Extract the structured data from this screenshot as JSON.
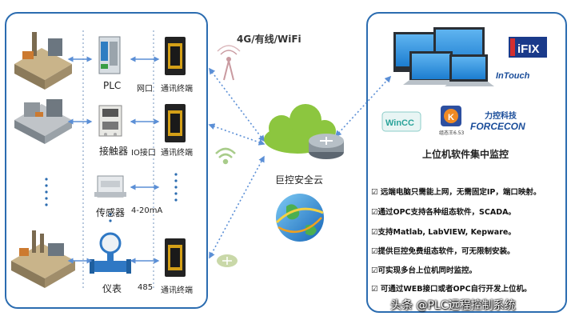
{
  "network_label": "4G/有线/WiFi",
  "cloud_label": "巨控安全云",
  "left": {
    "devices": [
      {
        "name": "PLC",
        "port": "网口",
        "terminal": "通讯终端"
      },
      {
        "name": "接触器",
        "port": "IO接口",
        "terminal": "通讯终端"
      },
      {
        "name": "传感器",
        "port": "4-20mA"
      },
      {
        "name": "仪表",
        "port": "485",
        "terminal": "通讯终端"
      }
    ]
  },
  "right": {
    "logos": {
      "ifix": "iFIX",
      "intouch": "InTouch",
      "wincc": "WinCC",
      "kingview": "组态王6.53",
      "force_cn": "力控科技",
      "force_en": "FORCECON"
    },
    "title": "上位机软件集中监控",
    "features": [
      "☑ 远端电脑只需能上网，无需固定IP，端口映射。",
      "☑通过OPC支持各种组态软件，SCADA。",
      "☑支持Matlab, LabVIEW, Kepware。",
      "☑提供巨控免费组态软件，可无限制安装。",
      "☑可实现多台上位机同时监控。",
      "☑ 可通过WEB接口或者OPC自行开发上位机。"
    ]
  },
  "watermark": "头条 @PLC远程控制系统",
  "colors": {
    "border": "#2b6cb0",
    "arrow": "#5b8fd6",
    "cloud": "#8cc63f"
  }
}
